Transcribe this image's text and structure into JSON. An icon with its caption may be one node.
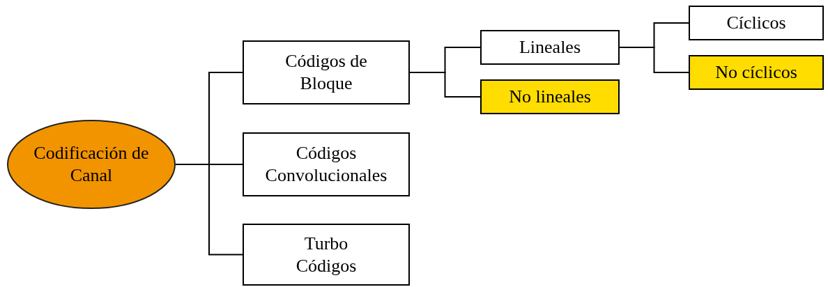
{
  "diagram": {
    "nodes": [
      {
        "text": [
          "Codificación de Canal"
        ]
      },
      {
        "text": [
          "Códigos de Bloque"
        ]
      },
      {
        "text": [
          "Códigos Convolucionales"
        ]
      },
      {
        "text": [
          "Turbo Códigos"
        ]
      },
      {
        "text": [
          "Lineales"
        ]
      },
      {
        "text": [
          "No lineales"
        ]
      },
      {
        "text": [
          "Cíclicos"
        ]
      },
      {
        "text": [
          "No cíclicos"
        ]
      }
    ],
    "edges": [
      {
        "from": 0,
        "to": 1,
        "arrow": "none"
      },
      {
        "from": 0,
        "to": 2,
        "arrow": "none"
      },
      {
        "from": 0,
        "to": 3,
        "arrow": "none"
      },
      {
        "from": 1,
        "to": 4,
        "arrow": "none"
      },
      {
        "from": 1,
        "to": 5,
        "arrow": "none"
      },
      {
        "from": 4,
        "to": 6,
        "arrow": "none"
      },
      {
        "from": 4,
        "to": 7,
        "arrow": "none"
      }
    ]
  }
}
